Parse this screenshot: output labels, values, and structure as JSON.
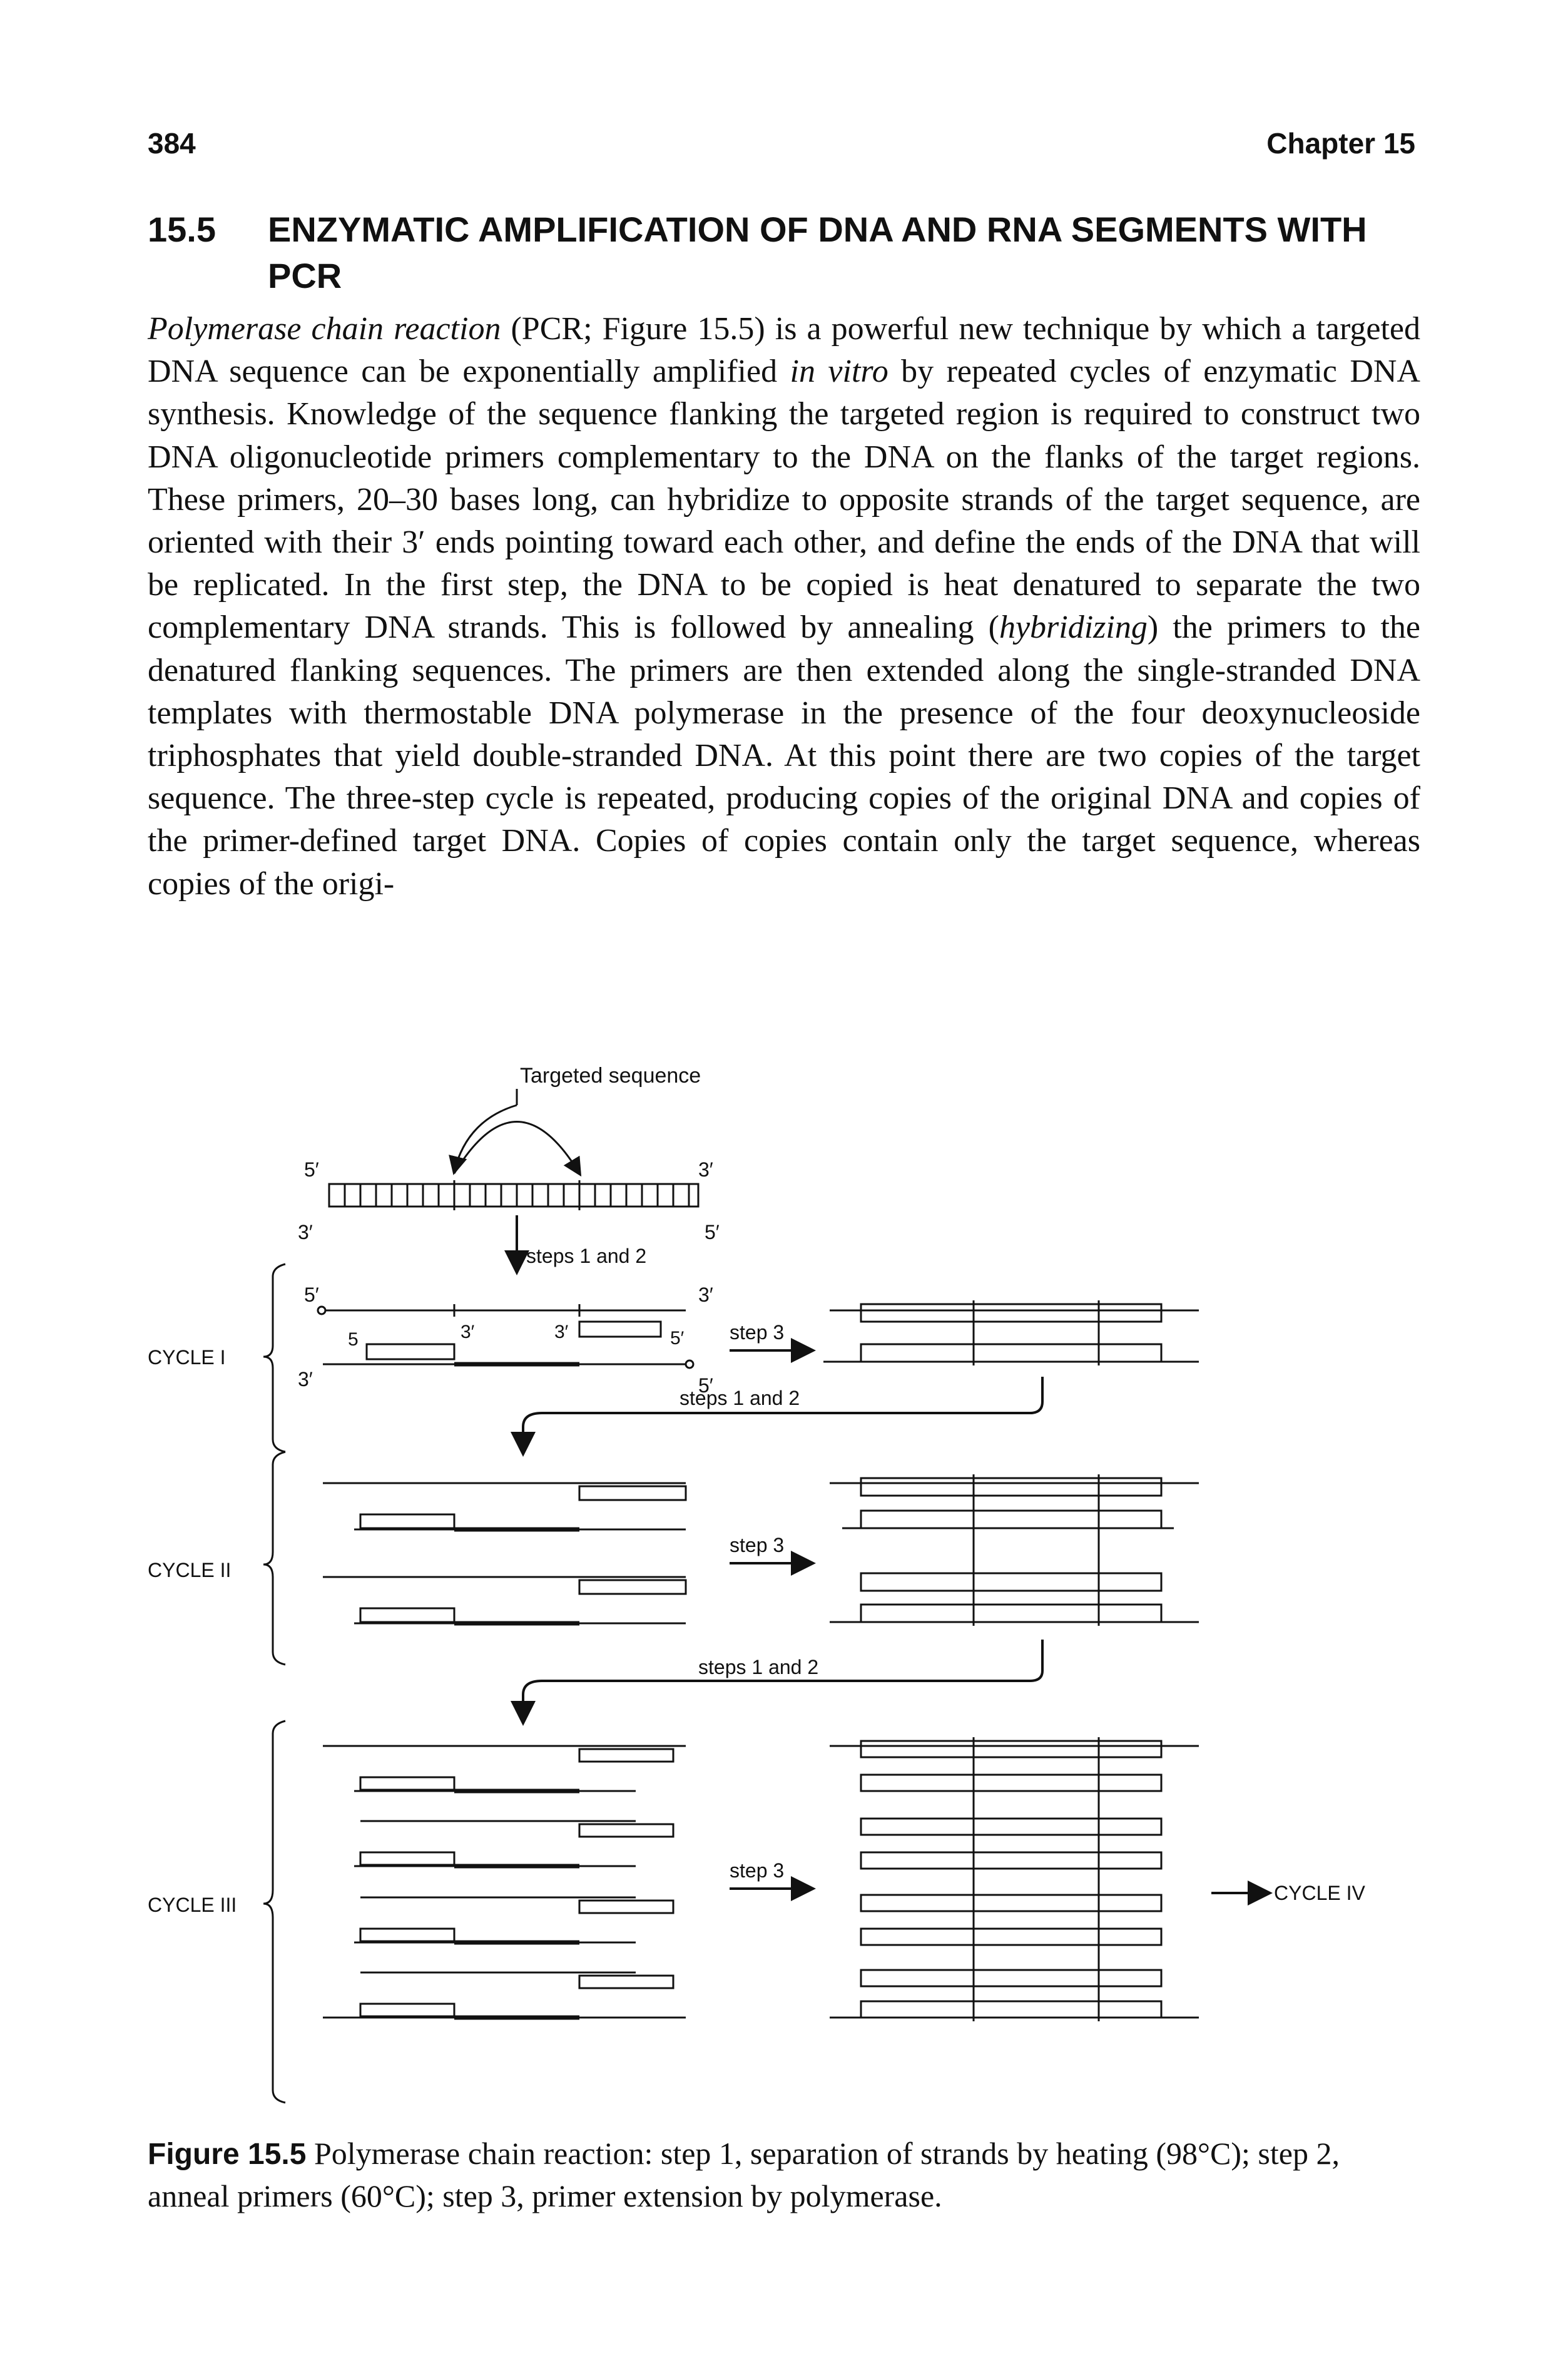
{
  "header": {
    "page_number": "384",
    "chapter": "Chapter 15"
  },
  "section": {
    "number": "15.5",
    "title": "ENZYMATIC AMPLIFICATION OF DNA AND RNA SEGMENTS WITH PCR"
  },
  "paragraph": {
    "term": "Polymerase chain reaction",
    "t1": " (PCR; Figure 15.5) is a powerful new technique by which a targeted DNA sequence can be exponentially amplified ",
    "in_vitro": "in vitro",
    "t2": " by repeated cycles of enzymatic DNA synthesis. Knowledge of the sequence flanking the targeted region is required to construct two DNA oligonucleotide primers complementary to the DNA on the flanks of the target regions. These primers, 20–30 bases long, can hybridize to opposite strands of the target sequence, are oriented with their 3′ ends pointing toward each other, and define the ends of the DNA that will be replicated. In the first step, the DNA to be copied is heat denatured to separate the two complementary DNA strands. This is followed by annealing (",
    "hybridizing": "hybridizing",
    "t3": ") the primers to the denatured flanking sequences. The primers are then extended along the single-stranded DNA templates with thermostable DNA polymerase in the presence of the four deoxynucleoside triphosphates that yield double-stranded DNA. At this point there are two copies of the target sequence. The three-step cycle is repeated, producing copies of the original DNA and copies of the primer-defined target DNA. Copies of copies contain only the target sequence, whereas copies of the origi-"
  },
  "figure": {
    "targeted_sequence": "Targeted sequence",
    "five_prime": "5′",
    "three_prime": "3′",
    "five_plain": "5",
    "steps_1_and_2": "steps 1 and 2",
    "step_3": "step 3",
    "cycle_1": "CYCLE I",
    "cycle_2": "CYCLE II",
    "cycle_3": "CYCLE III",
    "cycle_4": "CYCLE IV"
  },
  "caption": {
    "label": "Figure 15.5",
    "text": "Polymerase chain reaction: step 1, separation of strands by heating (98°C); step 2, anneal primers (60°C); step 3, primer extension by polymerase."
  }
}
